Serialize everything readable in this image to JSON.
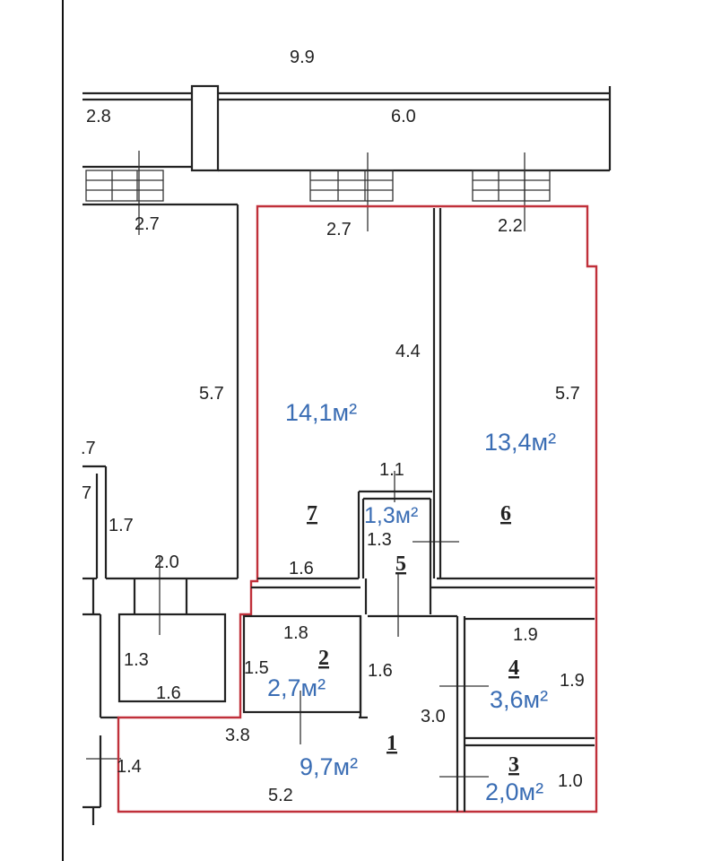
{
  "colors": {
    "wall": "#222222",
    "highlight": "#c0303a",
    "area_text": "#3a6db4"
  },
  "dimensions": {
    "top_total": "9.9",
    "top_left": "2.8",
    "top_right": "6.0",
    "left_room_top": "2.7",
    "room7_top": "2.7",
    "room6_top": "2.2",
    "left_room_side": "5.7",
    "room7_side": "4.4",
    "room6_side": "5.7",
    "left_edge_a": ".7",
    "left_edge_b": "7",
    "left_inner": "1.7",
    "left_bottom": "2.0",
    "room5_top": "1.1",
    "room5_side": "1.3",
    "room7_bottom": "1.6",
    "room2_top": "1.8",
    "room2_side": "1.5",
    "hall_side": "1.6",
    "room4_top": "1.9",
    "room4_side": "1.9",
    "room1_side": "3.0",
    "small_room_side": "1.3",
    "small_room_bottom": "1.6",
    "room1_top": "3.8",
    "room1_bottom": "5.2",
    "left_lower": "1.4",
    "room3_side": "1.0"
  },
  "rooms": [
    {
      "number": "7",
      "area": "14,1м²"
    },
    {
      "number": "6",
      "area": "13,4м²"
    },
    {
      "number": "5",
      "area": "1,3м²"
    },
    {
      "number": "2",
      "area": "2,7м²"
    },
    {
      "number": "4",
      "area": "3,6м²"
    },
    {
      "number": "1",
      "area": "9,7м²"
    },
    {
      "number": "3",
      "area": "2,0м²"
    }
  ]
}
